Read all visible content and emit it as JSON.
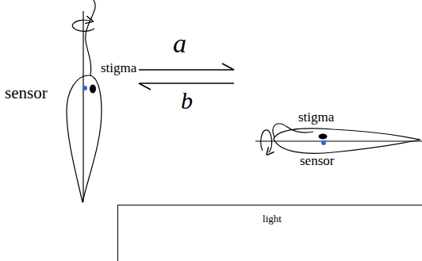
{
  "diagram": {
    "nodes": [
      {
        "text": [
          "light"
        ]
      }
    ],
    "labels": [
      "sensor",
      "stigma",
      "a",
      "b",
      "stigma",
      "sensor"
    ]
  }
}
